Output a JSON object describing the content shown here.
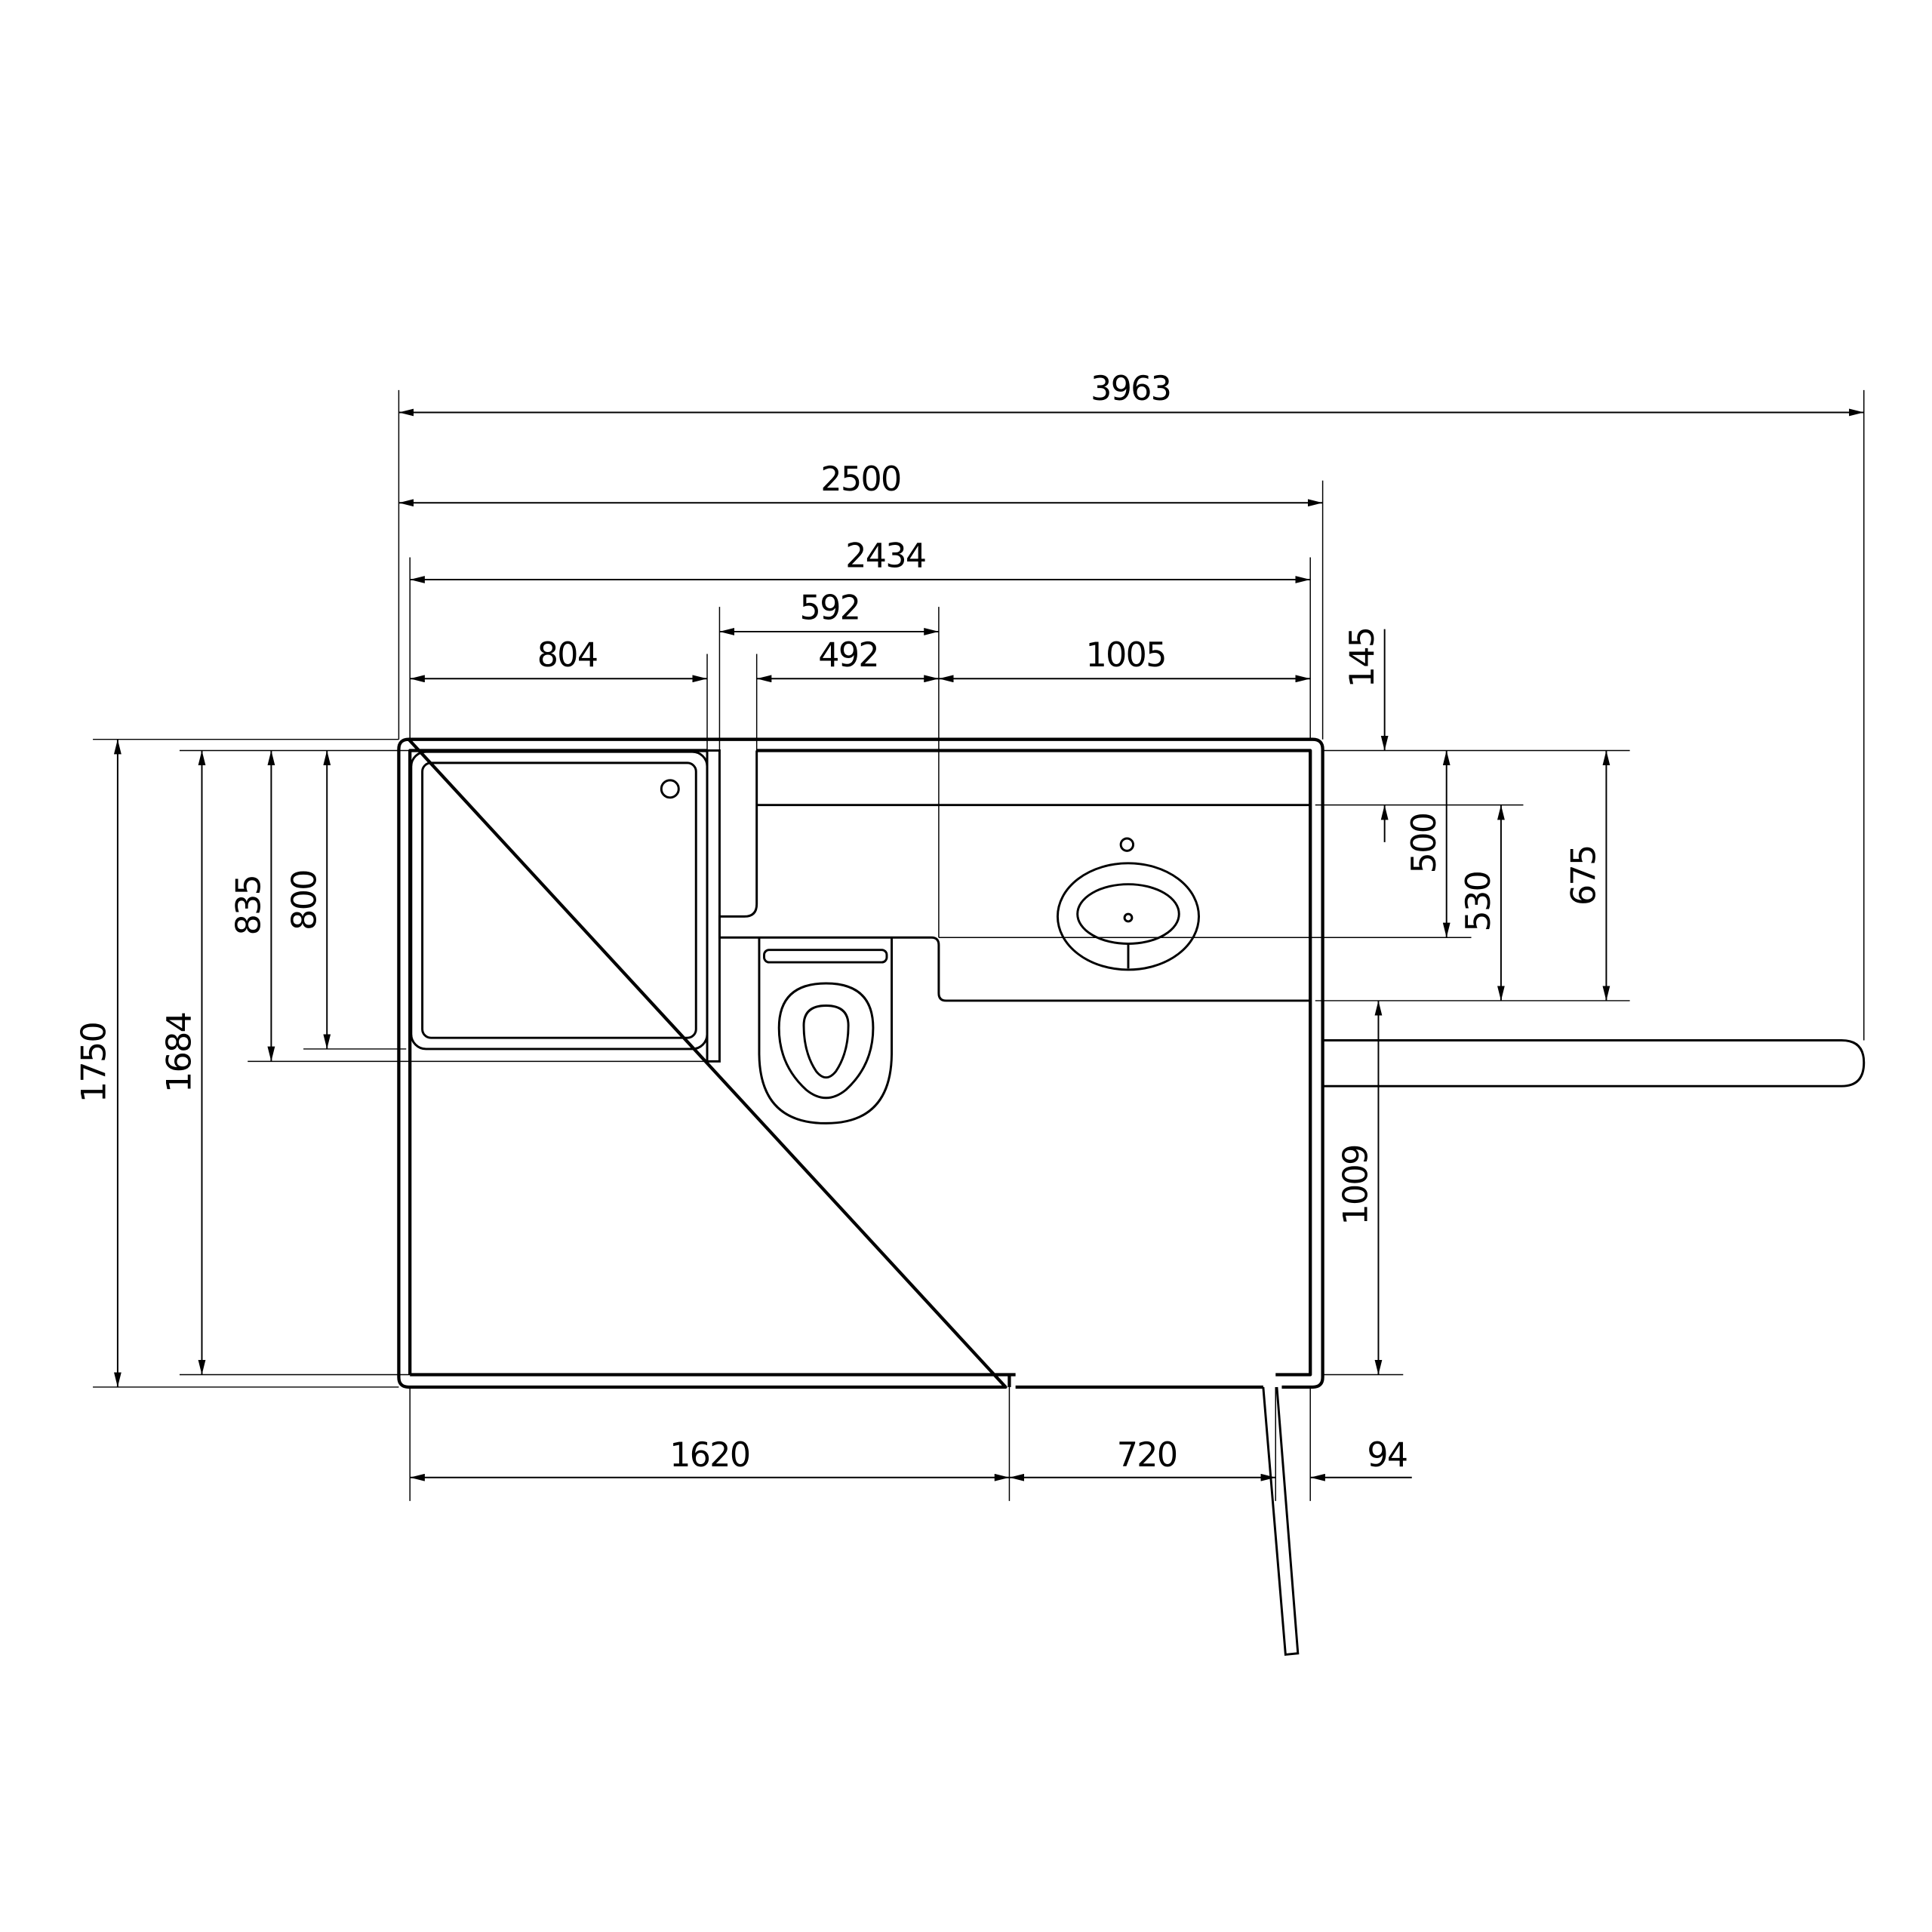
{
  "drawing": {
    "title": "Bathroom floor plan with dimensions",
    "line_color": "#000000",
    "background": "#ffffff",
    "units": "mm",
    "horizontal_dimensions": [
      "3963",
      "2500",
      "2434",
      "592",
      "804",
      "492",
      "1005",
      "1620",
      "720",
      "94"
    ],
    "vertical_dimensions": [
      "1750",
      "1684",
      "835",
      "800",
      "145",
      "500",
      "530",
      "675",
      "1009"
    ],
    "fixtures": [
      "shower-tray",
      "toilet",
      "washbasin",
      "grab-rail",
      "door"
    ]
  }
}
